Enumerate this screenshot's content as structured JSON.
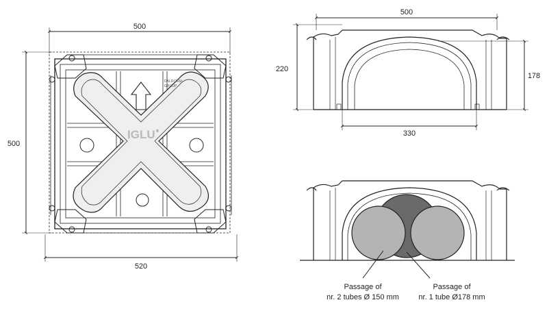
{
  "plan_view": {
    "dim_width_top": "500",
    "dim_width_bottom": "520",
    "dim_height_left": "500",
    "logo": "IGLU",
    "logo_mark": "®",
    "brand_line1": "DALIFORM",
    "brand_line2": "GROUP"
  },
  "elevation_view": {
    "dim_width_top": "500",
    "dim_height_left": "220",
    "dim_height_right": "178",
    "dim_opening_bottom": "330"
  },
  "section_view": {
    "captions": [
      {
        "line1": "Passage of",
        "line2": "nr. 2 tubes Ø 150 mm"
      },
      {
        "line1": "Passage of",
        "line2": "nr. 1 tube Ø178 mm"
      }
    ],
    "tube_colors": {
      "small_tubes": "#b4b4b4",
      "large_tube": "#6a6a6a"
    }
  }
}
